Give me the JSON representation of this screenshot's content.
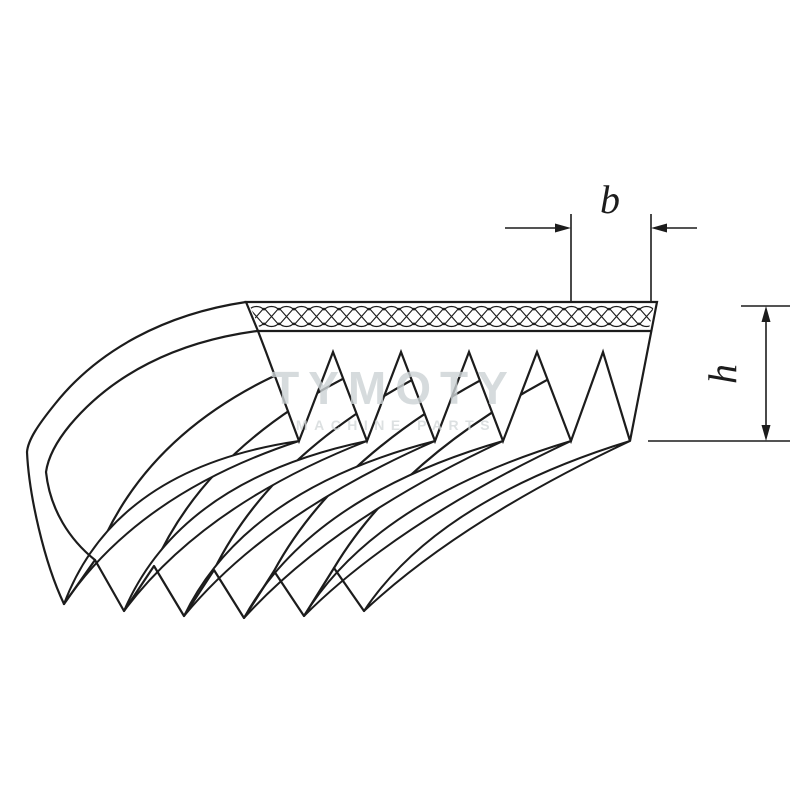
{
  "dimensions": {
    "width_label": "b",
    "height_label": "h"
  },
  "watermark": {
    "brand": "TYMOTY",
    "tagline": "MACHINE PARTS"
  },
  "colors": {
    "line": "#1c1c1c",
    "background": "#ffffff",
    "watermark_brand": "#ccd2d4",
    "watermark_tagline": "#d3d8da"
  }
}
